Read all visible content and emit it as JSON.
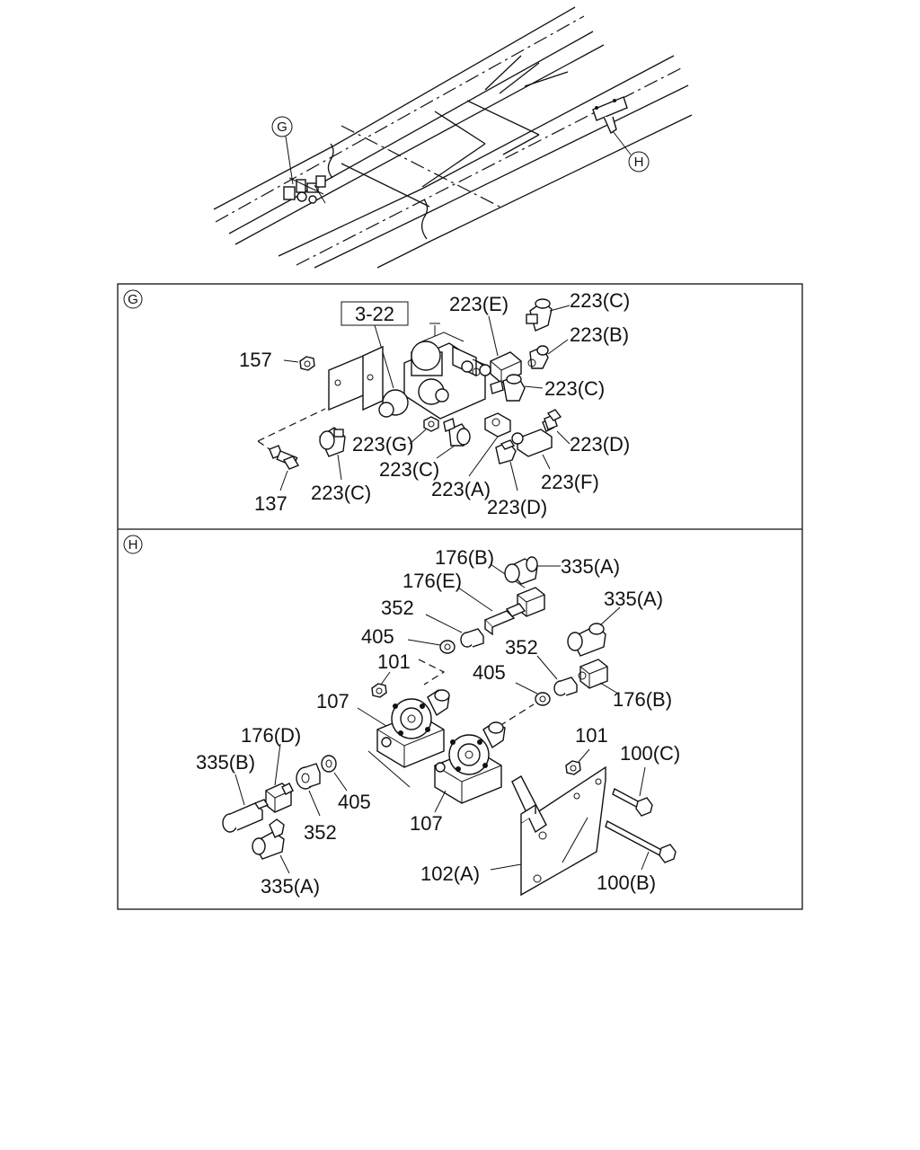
{
  "overview": {
    "callout_g": "G",
    "callout_h": "H"
  },
  "panel_g": {
    "marker": "G",
    "ref_box": "3-22",
    "labels": {
      "p157": "157",
      "p137": "137",
      "p223e": "223(E)",
      "p223c_top": "223(C)",
      "p223b": "223(B)",
      "p223c_right": "223(C)",
      "p223g": "223(G)",
      "p223c_mid": "223(C)",
      "p223c_bottom": "223(C)",
      "p223a": "223(A)",
      "p223d_right": "223(D)",
      "p223f": "223(F)",
      "p223d_bottom": "223(D)"
    }
  },
  "panel_h": {
    "marker": "H",
    "labels": {
      "p176b_top": "176(B)",
      "p335a_top": "335(A)",
      "p176e": "176(E)",
      "p352_top": "352",
      "p335a_right": "335(A)",
      "p405_top": "405",
      "p352_mid": "352",
      "p101_left": "101",
      "p405_mid": "405",
      "p176b_right": "176(B)",
      "p107_top": "107",
      "p176d": "176(D)",
      "p101_right": "101",
      "p100c": "100(C)",
      "p335b": "335(B)",
      "p405_bottom": "405",
      "p352_bottom": "352",
      "p107_bottom": "107",
      "p335a_bottom": "335(A)",
      "p102a": "102(A)",
      "p100b": "100(B)"
    }
  }
}
